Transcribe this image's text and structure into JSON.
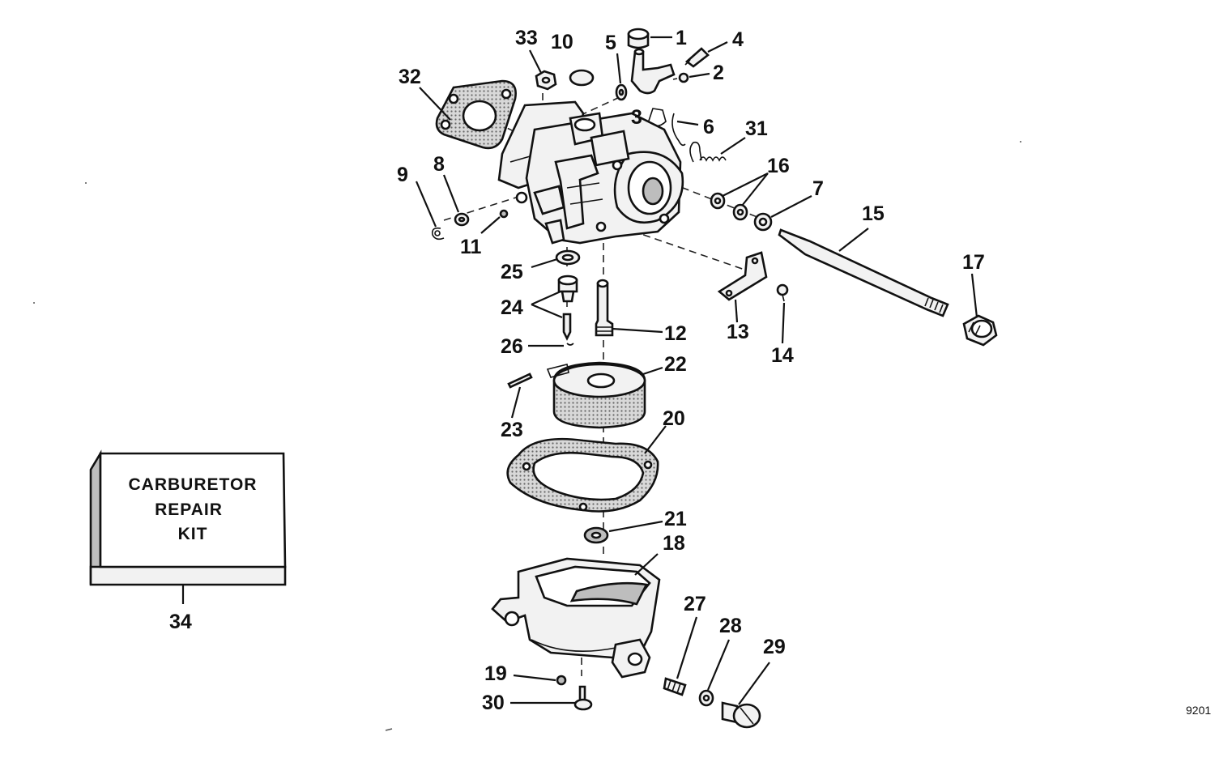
{
  "kit": {
    "line1": "CARBURETOR",
    "line2": "REPAIR",
    "line3": "KIT"
  },
  "figure_number": "9201",
  "callouts": {
    "c1": "1",
    "c2": "2",
    "c3": "3",
    "c4": "4",
    "c5": "5",
    "c6": "6",
    "c7": "7",
    "c8": "8",
    "c9": "9",
    "c10": "10",
    "c11": "11",
    "c12": "12",
    "c13": "13",
    "c14": "14",
    "c15": "15",
    "c16": "16",
    "c17": "17",
    "c18": "18",
    "c19": "19",
    "c20": "20",
    "c21": "21",
    "c22": "22",
    "c23": "23",
    "c24": "24",
    "c25": "25",
    "c26": "26",
    "c27": "27",
    "c28": "28",
    "c29": "29",
    "c30": "30",
    "c31": "31",
    "c32": "32",
    "c33": "33",
    "c34": "34"
  }
}
